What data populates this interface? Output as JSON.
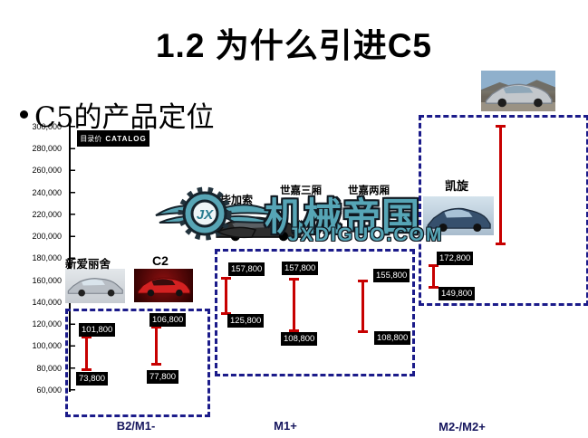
{
  "slide": {
    "title": "1.2 为什么引进C5",
    "bullet_text": "C5的产品定位"
  },
  "watermark": {
    "logo_monogram": "JX",
    "brand": "机械帝国",
    "domain": "JXDIGUO.COM",
    "color": "#56a5b6"
  },
  "chart_data": {
    "type": "range-bar",
    "title_badge": {
      "cn": "目录价",
      "en": "CATALOG"
    },
    "y_axis": {
      "min": 60000,
      "max": 300000,
      "step": 20000,
      "tick_labels": [
        "300,000",
        "280,000",
        "260,000",
        "240,000",
        "220,000",
        "200,000",
        "180,000",
        "160,000",
        "140,000",
        "120,000",
        "100,000",
        "80,000",
        "60,000"
      ]
    },
    "range_line_color": "#c70000",
    "price_box_color": "#000000",
    "group_border_color": "#1b1b8a",
    "groups": [
      {
        "label": "B2/M1-",
        "cars": [
          {
            "name": "新爱丽舍",
            "high": 101800,
            "low": 73800,
            "high_label": "101,800",
            "low_label": "73,800"
          },
          {
            "name": "C2",
            "high": 106800,
            "low": 77800,
            "high_label": "106,800",
            "low_label": "77,800"
          }
        ]
      },
      {
        "label": "M1+",
        "cars": [
          {
            "name": "毕加索",
            "high": 157800,
            "low": 125800,
            "high_label": "157,800",
            "low_label": "125,800"
          },
          {
            "name": "世嘉三厢",
            "high": 157800,
            "low": 108800,
            "high_label": "157,800",
            "low_label": "108,800"
          },
          {
            "name": "世嘉两厢",
            "high": 155800,
            "low": 108800,
            "high_label": "155,800",
            "low_label": "108,800"
          }
        ]
      },
      {
        "label": "M2-/M2+",
        "has_unlabeled_full_range_line": true,
        "cars": [
          {
            "name": "凯旋",
            "high": 172800,
            "low": 149800,
            "high_label": "172,800",
            "low_label": "149,800"
          }
        ]
      }
    ]
  }
}
